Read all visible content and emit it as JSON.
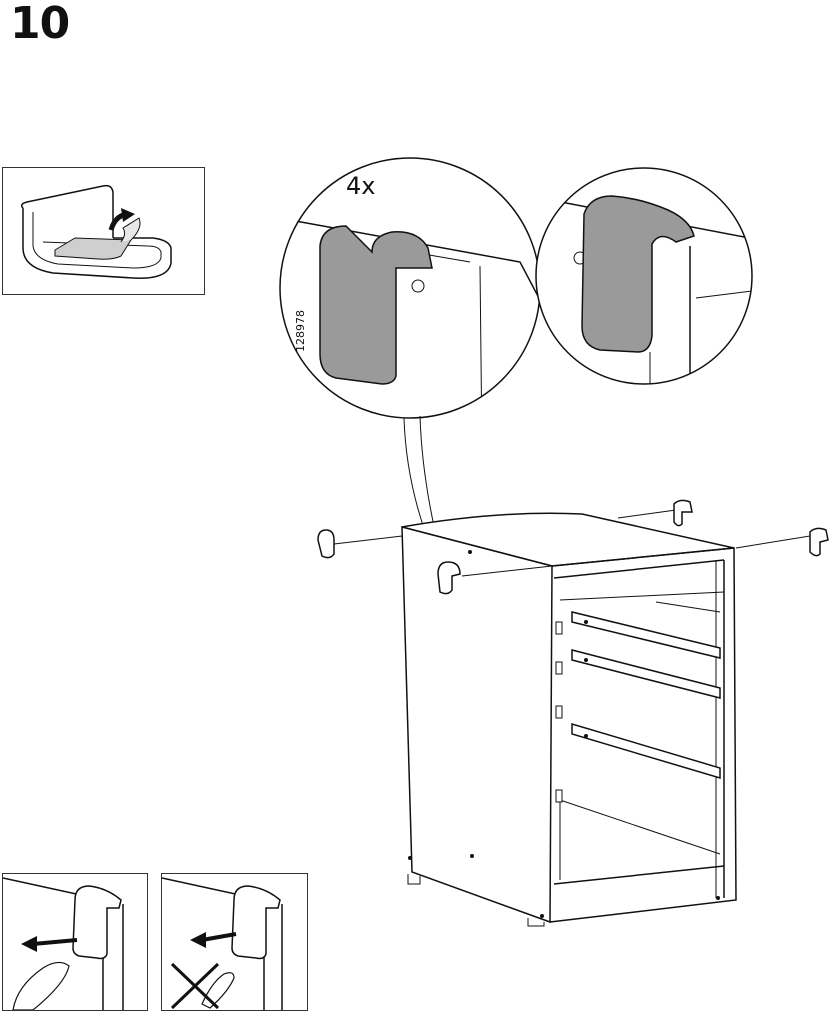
{
  "step": {
    "number": "10"
  },
  "callout": {
    "quantity": "4x",
    "part_number": "128978"
  },
  "icons": {
    "detail": "peel-backing-icon",
    "tip_ok": "correct-removal-icon",
    "tip_bad": "incorrect-removal-icon",
    "bumper": "felt-bumper-icon"
  },
  "colors": {
    "bumper_fill": "#9a9a9a",
    "bumper_edge": "#d9d9d9",
    "line": "#111111"
  }
}
